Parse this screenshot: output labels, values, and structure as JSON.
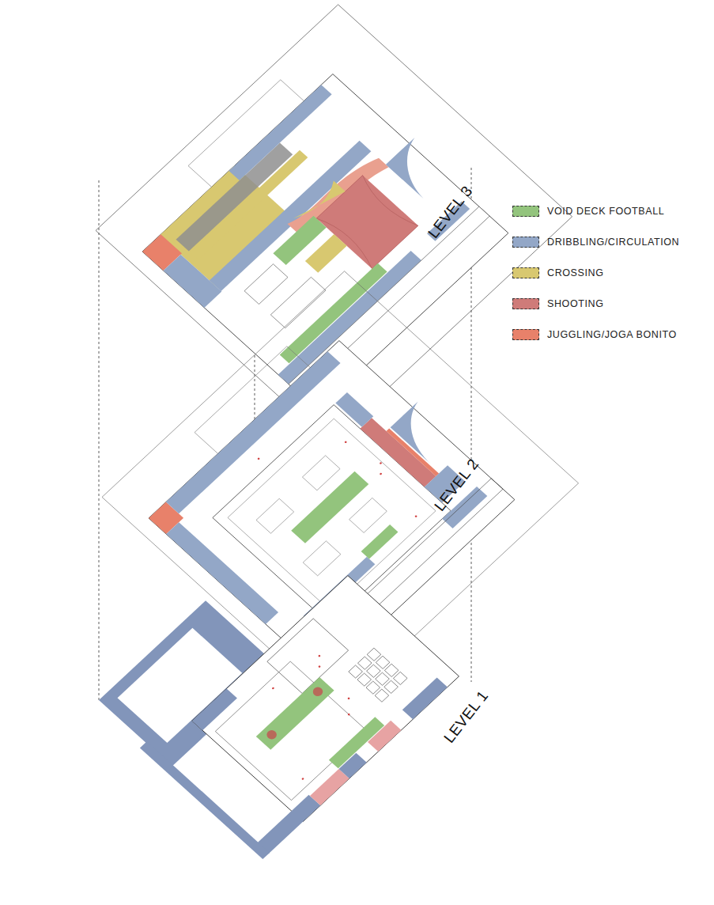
{
  "diagram": {
    "labels": [
      "LEVEL 3",
      "LEVEL 2",
      "LEVEL 1"
    ],
    "legend": [
      {
        "text": "VOID DECK FOOTBALL",
        "color": "#93c47d"
      },
      {
        "text": "DRIBBLING/CIRCULATION",
        "color": "#93a7c7"
      },
      {
        "text": "CROSSING",
        "color": "#d8c870"
      },
      {
        "text": "SHOOTING",
        "color": "#cf7b79"
      },
      {
        "text": "JUGGLING/JOGA BONITO",
        "color": "#e8816a"
      }
    ]
  }
}
